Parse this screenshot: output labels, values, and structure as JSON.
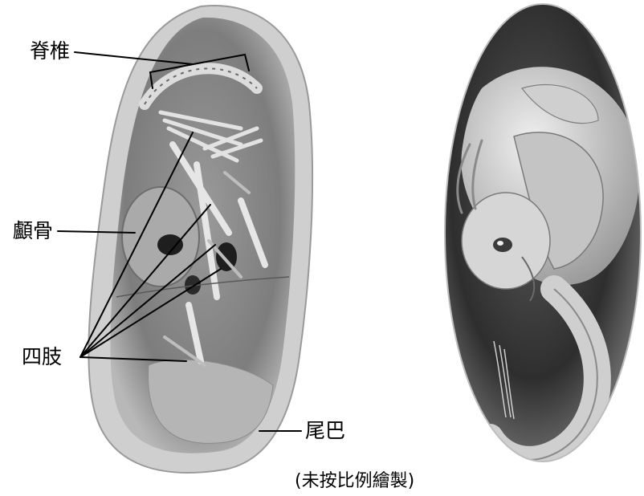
{
  "labels": {
    "spine": "脊椎",
    "skull": "顱骨",
    "limbs": "四肢",
    "tail": "尾巴"
  },
  "note": "(未按比例繪製)",
  "colors": {
    "line": "#000000",
    "fossil_light": "#c9c9c9",
    "fossil_mid": "#8e8e8e",
    "fossil_dark": "#3a3a3a",
    "embryo_bg": "#2a2a2a",
    "embryo_skin": "#d8d8d8"
  },
  "images": {
    "fossil": "fossil-egg-photo",
    "reconstruction": "embryo-reconstruction-render"
  }
}
